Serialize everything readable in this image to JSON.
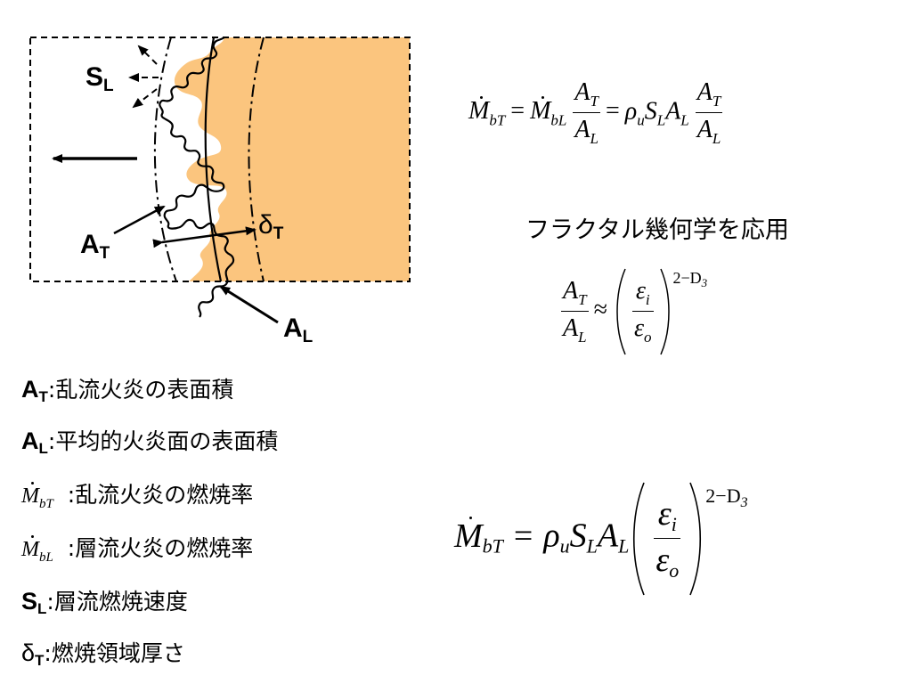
{
  "diagram": {
    "label_sl": "S",
    "label_sl_sub": "L",
    "label_at": "A",
    "label_at_sub": "T",
    "label_al": "A",
    "label_al_sub": "L",
    "label_delta": "δ",
    "label_delta_sub": "T",
    "colors": {
      "burned_region": "#FBC57E",
      "line": "#000000"
    }
  },
  "equations": {
    "eq1_symbols": [
      "M",
      "bT",
      "M",
      "bL",
      "A",
      "T",
      "A",
      "L",
      "ρ",
      "u",
      "S",
      "L",
      "A",
      "L",
      "A",
      "T",
      "A",
      "L"
    ],
    "caption": "フラクタル幾何学を応用",
    "eq2_symbols": [
      "A",
      "T",
      "A",
      "L",
      "ε",
      "i",
      "ε",
      "o",
      "2−D",
      "3"
    ],
    "eq3_symbols": [
      "M",
      "bT",
      "ρ",
      "u",
      "S",
      "L",
      "A",
      "L",
      "ε",
      "i",
      "ε",
      "o",
      "2−D",
      "3"
    ]
  },
  "legend": [
    {
      "key": "A",
      "sub": "T",
      "text": "乱流火炎の表面積"
    },
    {
      "key": "A",
      "sub": "L",
      "text": "平均的火炎面の表面積"
    },
    {
      "key": "M",
      "sub": "bT",
      "text": "乱流火炎の燃焼率"
    },
    {
      "key": "M",
      "sub": "bL",
      "text": "層流火炎の燃焼率"
    },
    {
      "key": "S",
      "sub": "L",
      "text": "層流燃焼速度"
    },
    {
      "key": "δ",
      "sub": "T",
      "text": "燃焼領域厚さ"
    }
  ],
  "separator": ":"
}
